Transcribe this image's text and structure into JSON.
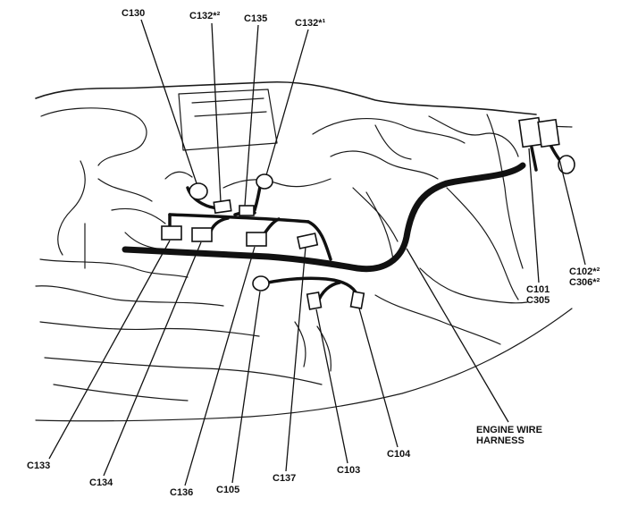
{
  "labels": {
    "c130": "C130",
    "c132_2": "C132*²",
    "c135": "C135",
    "c132_1": "C132*¹",
    "c102_c306": "C102*²\nC306*²",
    "c101_c305": "C101\nC305",
    "engine_wire_harness": "ENGINE WIRE\nHARNESS",
    "c133": "C133",
    "c134": "C134",
    "c136": "C136",
    "c105": "C105",
    "c137": "C137",
    "c103": "C103",
    "c104": "C104"
  },
  "colors": {
    "ink": "#1a1a1a",
    "background": "#ffffff"
  }
}
